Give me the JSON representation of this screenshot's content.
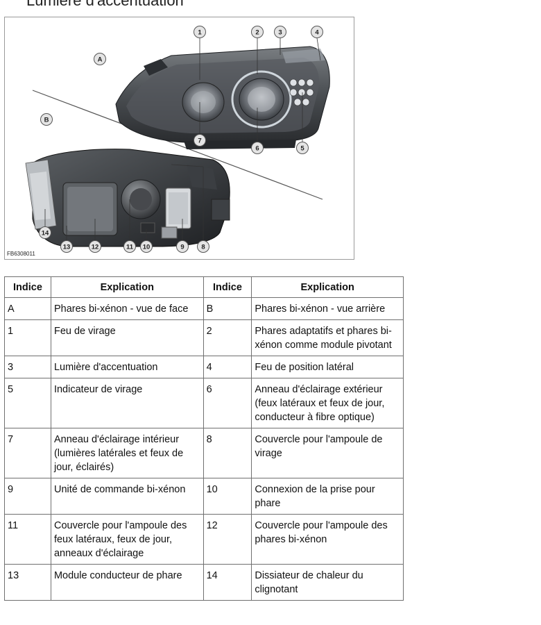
{
  "heading": "Lumière d'accentuation",
  "figure": {
    "code": "FB6308011",
    "view_letters": [
      "A",
      "B"
    ],
    "callouts": [
      "1",
      "2",
      "3",
      "4",
      "5",
      "6",
      "7",
      "8",
      "9",
      "10",
      "11",
      "12",
      "13",
      "14"
    ]
  },
  "table": {
    "headers": [
      "Indice",
      "Explication",
      "Indice",
      "Explication"
    ],
    "rows": [
      {
        "i1": "A",
        "e1": "Phares bi-xénon - vue de face",
        "i2": "B",
        "e2": "Phares bi-xénon - vue arrière"
      },
      {
        "i1": "1",
        "e1": "Feu de virage",
        "i2": "2",
        "e2": "Phares adaptatifs et phares bi-xénon comme module pivotant"
      },
      {
        "i1": "3",
        "e1": "Lumière d'accentuation",
        "i2": "4",
        "e2": "Feu de position latéral"
      },
      {
        "i1": "5",
        "e1": "Indicateur de virage",
        "i2": "6",
        "e2": "Anneau d'éclairage extérieur (feux latéraux et feux de jour, conducteur à fibre optique)"
      },
      {
        "i1": "7",
        "e1": "Anneau d'éclairage intérieur (lumières latérales et feux de jour, éclairés)",
        "i2": "8",
        "e2": "Couvercle pour l'ampoule de virage"
      },
      {
        "i1": "9",
        "e1": "Unité de commande bi-xénon",
        "i2": "10",
        "e2": "Connexion de la prise pour phare"
      },
      {
        "i1": "11",
        "e1": "Couvercle pour l'ampoule des feux latéraux, feux de jour, anneaux d'éclairage",
        "i2": "12",
        "e2": "Couvercle pour l'ampoule des phares bi-xénon"
      },
      {
        "i1": "13",
        "e1": "Module conducteur de phare",
        "i2": "14",
        "e2": "Dissiateur de chaleur du clignotant"
      }
    ]
  }
}
